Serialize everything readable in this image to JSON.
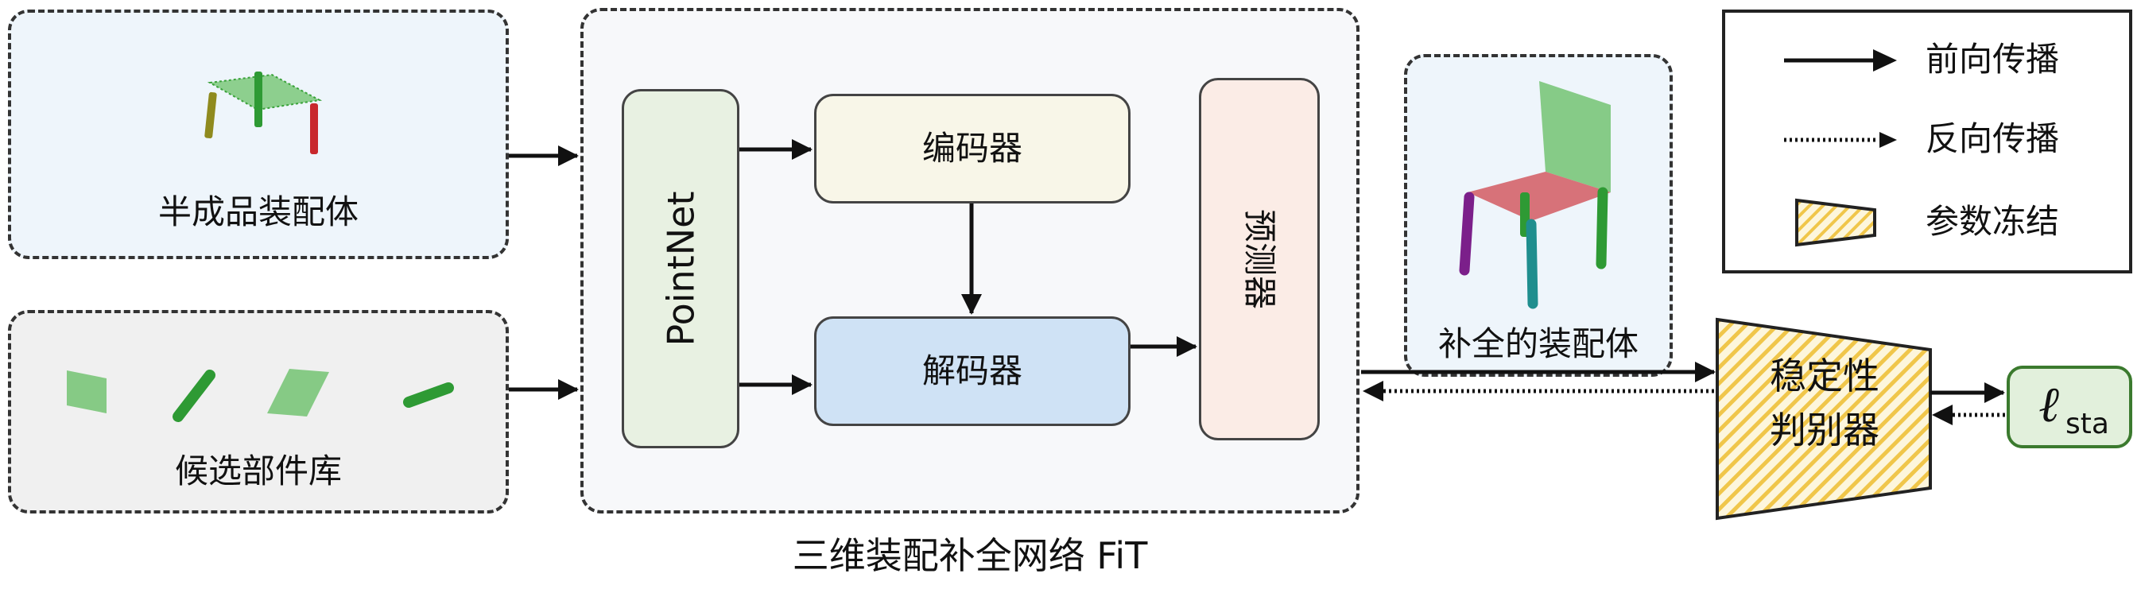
{
  "inputs": {
    "partial_assembly": "半成品装配体",
    "candidate_library": "候选部件库"
  },
  "network": {
    "title": "三维装配补全网络 FiT",
    "pointnet": "PointNet",
    "encoder": "编码器",
    "decoder": "解码器",
    "predictor": "预测器"
  },
  "output": {
    "completed_assembly": "补全的装配体"
  },
  "discriminator": {
    "line1": "稳定性",
    "line2": "判别器"
  },
  "loss": {
    "symbol": "ℓ",
    "subscript": "sta"
  },
  "legend": {
    "forward": "前向传播",
    "backward": "反向传播",
    "frozen": "参数冻结"
  },
  "colors": {
    "green_points": "#3aa23a",
    "red_points": "#c8282d",
    "olive_part": "#8f8a1e",
    "purple_part": "#7b1f8a",
    "teal_part": "#1f8e8e",
    "pointnet_fill": "#e8f1e2",
    "encoder_fill": "#f8f6e8",
    "decoder_fill": "#cfe2f5",
    "predictor_fill": "#fbece6",
    "loss_fill": "#e2f0dc",
    "loss_border": "#3b7a2e",
    "frozen_hatch": "#f0c64a"
  }
}
